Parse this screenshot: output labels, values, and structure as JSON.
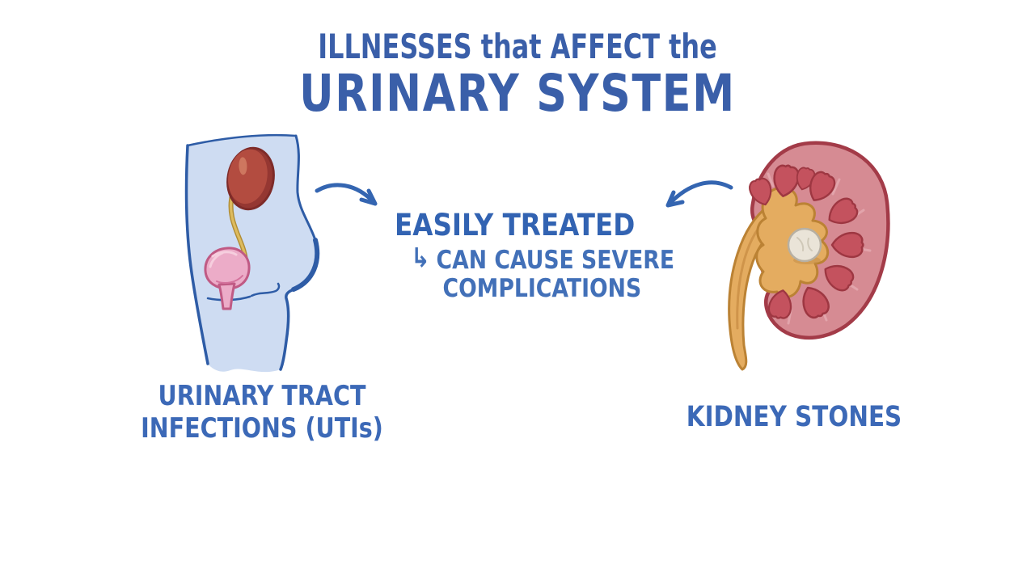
{
  "title": {
    "line1": "ILLNESSES that AFFECT the",
    "line2": "URINARY SYSTEM"
  },
  "center_note": {
    "heading": "EASILY TREATED",
    "arrow_glyph": "↳",
    "line1": "CAN CAUSE SEVERE",
    "line2": "COMPLICATIONS"
  },
  "captions": {
    "left_line1": "URINARY TRACT",
    "left_line2": "INFECTIONS (UTIs)",
    "right": "KIDNEY STONES"
  },
  "colors": {
    "background": "#ffffff",
    "ink_title": "#3a5fa9",
    "ink_heading": "#3263b2",
    "ink_note": "#4270b8",
    "ink_caption": "#3c69b7",
    "arrow": "#3465b1",
    "body_fill": "#cedcf2",
    "body_outline": "#2e5ca6",
    "kidney_small_fill": "#b34c40",
    "kidney_small_dark": "#953732",
    "kidney_small_outline": "#7e2b29",
    "kidney_highlight": "#d07c63",
    "ureter_outer": "#b08c34",
    "ureter_inner": "#ddbb5e",
    "bladder_fill": "#ecacc8",
    "bladder_outline": "#c05a84",
    "bladder_streak": "#f6cede",
    "bladder_rim": "#d4729c",
    "cortex_fill": "#d68b93",
    "cortex_outline": "#a33b48",
    "cortex_streak": "#e4a7ae",
    "pyramid_fill": "#c4525e",
    "pyramid_outline": "#9e3742",
    "pelvis_fill": "#e4ac60",
    "pelvis_outline": "#bb8234",
    "pelvis_shade": "#c98f45",
    "stone_fill": "#eae4d8",
    "stone_outline": "#b7b0a3",
    "stone_facet": "#cfc8b8",
    "stone_shadow": "#c8924c"
  }
}
